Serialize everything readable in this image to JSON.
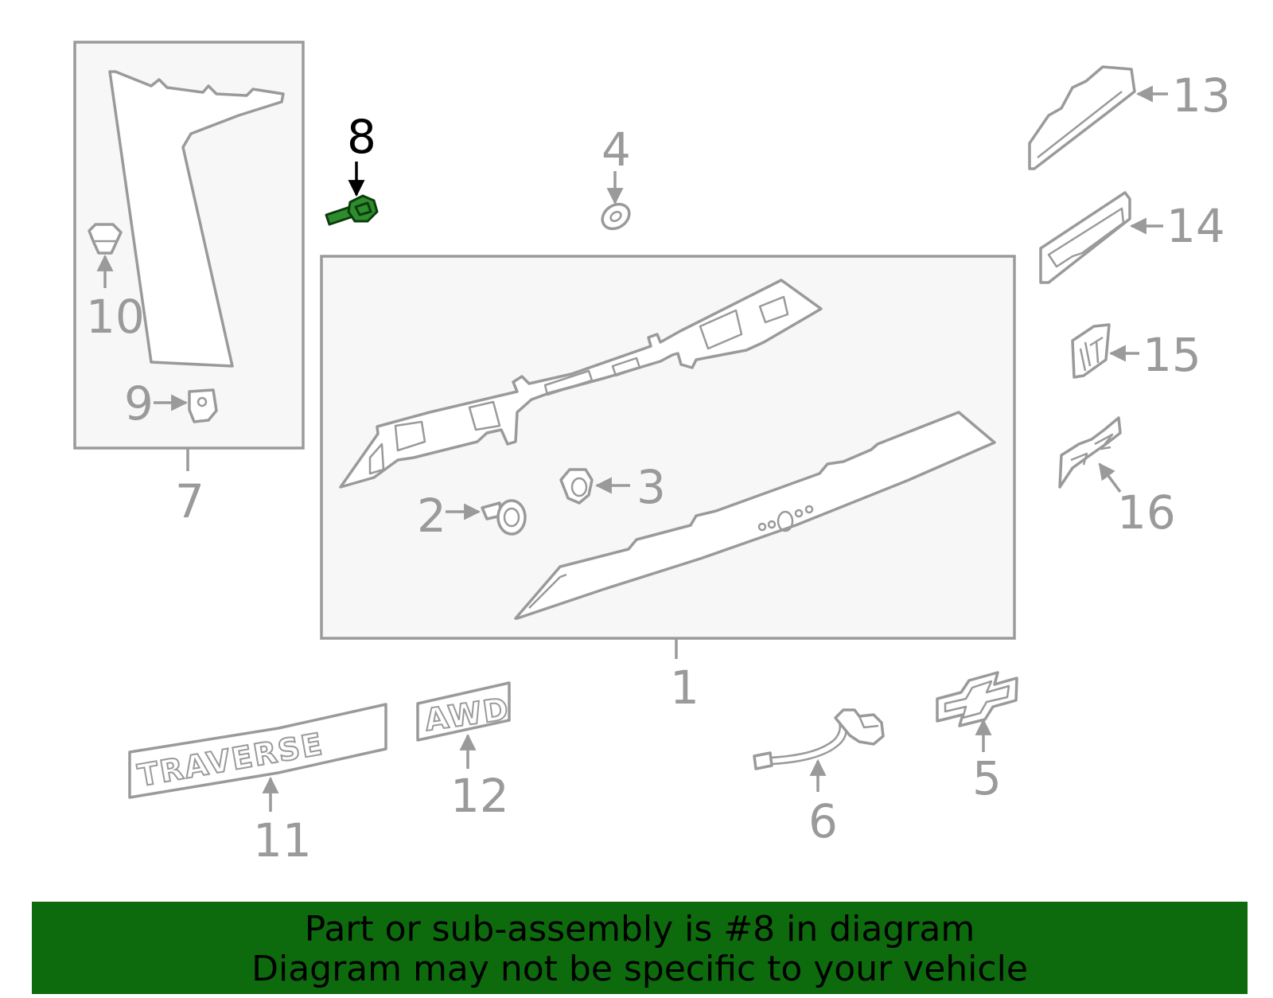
{
  "diagram": {
    "highlighted_part": "8",
    "callouts": {
      "c1": "1",
      "c2": "2",
      "c3": "3",
      "c4": "4",
      "c5": "5",
      "c6": "6",
      "c7": "7",
      "c8": "8",
      "c9": "9",
      "c10": "10",
      "c11": "11",
      "c12": "12",
      "c13": "13",
      "c14": "14",
      "c15": "15",
      "c16": "16"
    },
    "badges": {
      "traverse": "TRAVERSE",
      "awd": "AWD"
    },
    "colors": {
      "line": "#9a9a9a",
      "highlight_part": "#2e8b2e",
      "banner": "#0d6a0d"
    }
  },
  "banner": {
    "line1": "Part or sub-assembly is #8 in diagram",
    "line2": "Diagram may not be specific to your vehicle"
  }
}
